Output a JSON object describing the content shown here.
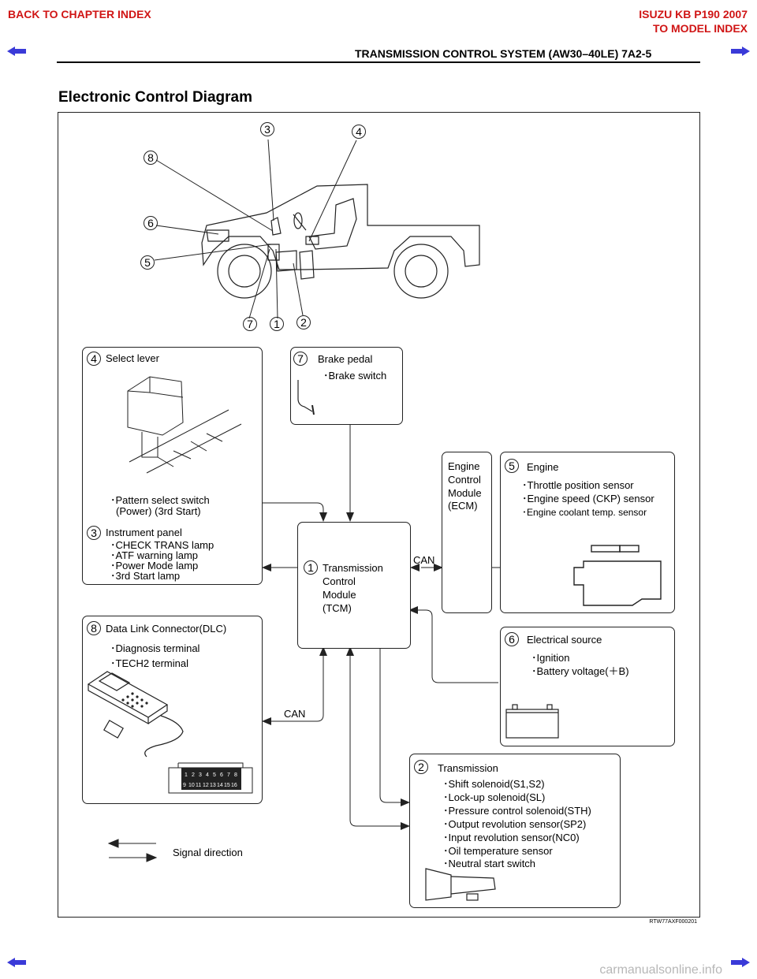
{
  "nav": {
    "back_chapter": "BACK TO CHAPTER INDEX",
    "model_title": "ISUZU KB P190 2007",
    "to_model": "TO MODEL INDEX"
  },
  "header": {
    "section": "TRANSMISSION CONTROL SYSTEM (AW30–40LE)  7A2-5"
  },
  "page_title": "Electronic Control Diagram",
  "vehicle_callouts": [
    "3",
    "4",
    "8",
    "6",
    "5",
    "7",
    "1",
    "2"
  ],
  "boxes": {
    "select_lever": {
      "num": "4",
      "title": "Select lever",
      "items": [
        "･Pattern select switch",
        "(Power) (3rd Start)"
      ]
    },
    "instrument_panel": {
      "num": "3",
      "title": "Instrument panel",
      "items": [
        "･CHECK TRANS lamp",
        "･ATF warning lamp",
        "･Power Mode lamp",
        "･3rd Start lamp"
      ]
    },
    "brake_pedal": {
      "num": "7",
      "title": "Brake pedal",
      "items": [
        "･Brake switch"
      ]
    },
    "ecm": {
      "lines": [
        "Engine",
        "Control",
        "Module",
        "(ECM)"
      ]
    },
    "engine": {
      "num": "5",
      "title": "Engine",
      "items": [
        "･Throttle position sensor",
        "･Engine speed (CKP) sensor",
        "･Engine coolant temp. sensor"
      ]
    },
    "tcm": {
      "num": "1",
      "lines": [
        "Transmission",
        "Control",
        "Module",
        "(TCM)"
      ]
    },
    "electrical": {
      "num": "6",
      "title": "Electrical source",
      "items": [
        "･Ignition",
        "･Battery voltage(＋B)"
      ]
    },
    "dlc": {
      "num": "8",
      "title": "Data Link Connector(DLC)",
      "items": [
        "･Diagnosis terminal",
        "･TECH2 terminal"
      ],
      "pins_top": [
        "1",
        "2",
        "3",
        "4",
        "5",
        "6",
        "7",
        "8"
      ],
      "pins_bottom": [
        "9",
        "10",
        "11",
        "12",
        "13",
        "14",
        "15",
        "16"
      ]
    },
    "transmission": {
      "num": "2",
      "title": "Transmission",
      "items": [
        "･Shift solenoid(S1,S2)",
        "･Lock-up solenoid(SL)",
        "･Pressure control solenoid(STH)",
        "･Output revolution sensor(SP2)",
        "･Input revolution sensor(NC0)",
        "･Oil temperature sensor",
        "･Neutral start switch"
      ]
    }
  },
  "labels": {
    "can_1": "CAN",
    "can_2": "CAN",
    "signal_direction": "Signal direction"
  },
  "figure_code": "RTW77AXF000201",
  "watermark": "carmanualsonline.info",
  "colors": {
    "nav_red": "#d01515",
    "nav_blue": "#3a3ad8"
  }
}
